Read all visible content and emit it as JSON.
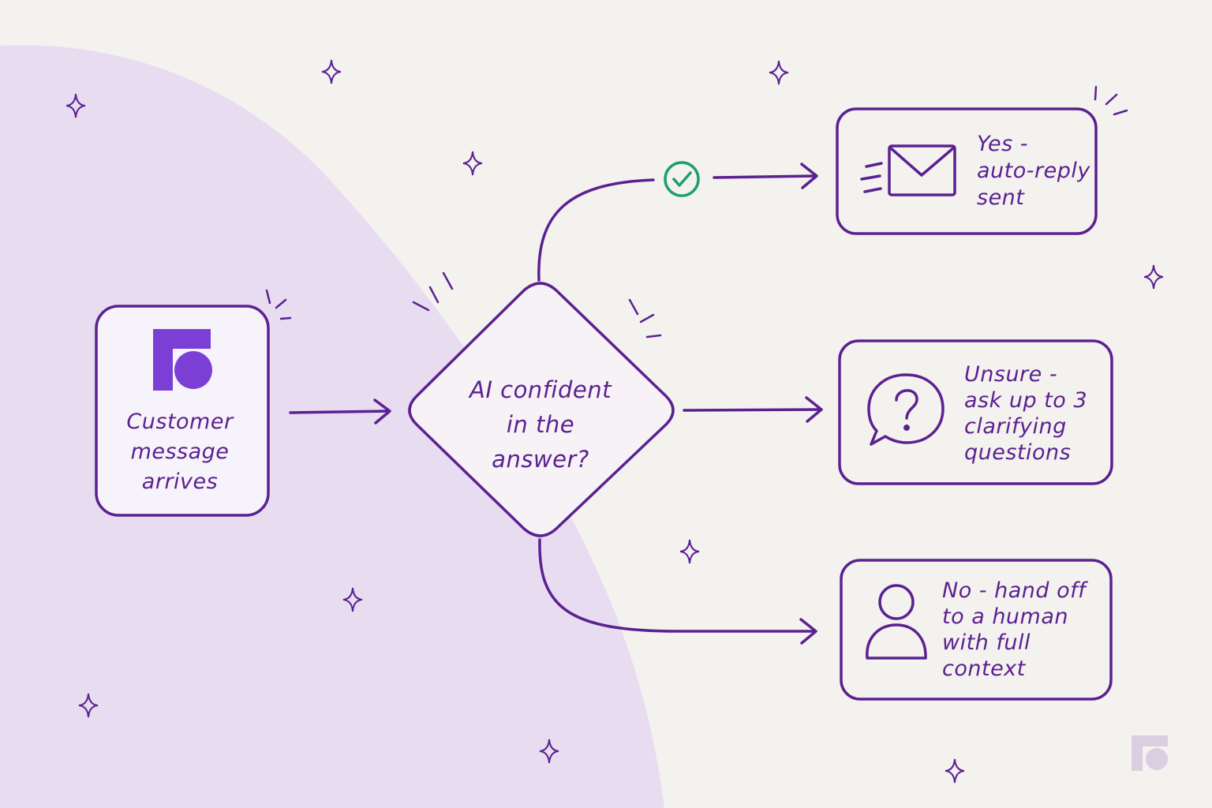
{
  "colors": {
    "background": "#f4f2ef",
    "blob": "#e8dcf1",
    "stroke": "#5b2191",
    "logo": "#7c3fd6",
    "check": "#1f9d76",
    "watermark": "#d9cfe0"
  },
  "nodes": {
    "start": {
      "label": "Customer\nmessage\narrives",
      "icon": "brand-logo-icon"
    },
    "decision": {
      "label": "AI confident\nin the\nanswer?"
    },
    "yes": {
      "label": "Yes -\nauto-reply\nsent",
      "icon": "envelope-icon"
    },
    "unsure": {
      "label": "Unsure -\nask up to 3\nclarifying\nquestions",
      "icon": "question-bubble-icon"
    },
    "no": {
      "label": "No - hand off\nto a human\nwith full\ncontext",
      "icon": "person-icon"
    }
  },
  "edges": [
    {
      "from": "start",
      "to": "decision"
    },
    {
      "from": "decision",
      "to": "yes",
      "marker": "check-icon"
    },
    {
      "from": "decision",
      "to": "unsure"
    },
    {
      "from": "decision",
      "to": "no"
    }
  ],
  "decorations": {
    "sparkle": "sparkle-icon",
    "watermark": "brand-logo-watermark-icon"
  }
}
